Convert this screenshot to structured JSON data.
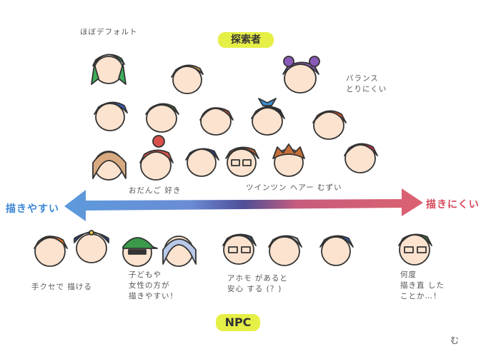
{
  "title": "探索者",
  "npc_title": "NPC",
  "arrow": {
    "left_label": "描きやすい",
    "right_label": "描きにくい",
    "colors": {
      "left": "#4a8fd8",
      "mid": "#3a3a8a",
      "right": "#d85060"
    }
  },
  "notes": {
    "default": "ほぼデフォルト",
    "balance": "バランス\nとりにくい",
    "odango": "おだんご 好き",
    "twintail": "ツインツン ヘアー むずい",
    "habit": "手クセで 描ける",
    "kids": "子どもや\n女性の方が\n描きやすい！",
    "ahoge": "アホモ があると\n安心 する (？)",
    "redraw": "何度\n描き直 した\nことか…！"
  },
  "signature": "む",
  "colors": {
    "highlight": "#e6ef45",
    "outline": "#333333",
    "skin": "#fbe3cf"
  }
}
